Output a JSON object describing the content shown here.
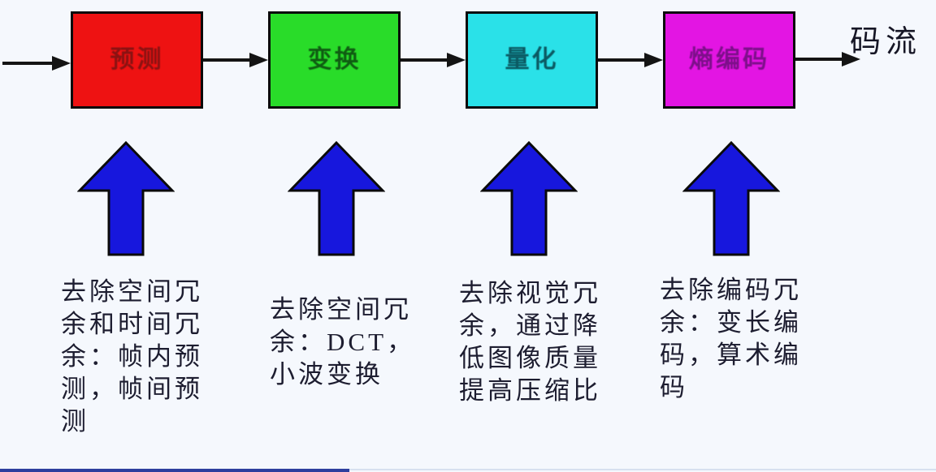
{
  "diagram": {
    "output_label": "码流",
    "up_arrow_color": "#1717dd",
    "up_arrow_outline": "#0a0a0a",
    "flow_arrow_color": "#141414",
    "desc_color": "#1d1d30",
    "stages": [
      {
        "label": "预测",
        "box_color": "#ee1212",
        "label_color": "#8a1212",
        "desc_lines": [
          "去除空间冗",
          "余和时间冗",
          "余：帧内预",
          "测，帧间预",
          "测"
        ]
      },
      {
        "label": "变换",
        "box_color": "#29dc29",
        "label_color": "#0f5c12",
        "desc_lines": [
          "去除空间冗",
          "余：DCT，",
          "小波变换"
        ]
      },
      {
        "label": "量化",
        "box_color": "#2ae1e8",
        "label_color": "#0b5a63",
        "desc_lines": [
          "去除视觉冗",
          "余，通过降",
          "低图像质量",
          "提高压缩比"
        ]
      },
      {
        "label": "熵编码",
        "box_color": "#e315e3",
        "label_color": "#7d0f8a",
        "desc_lines": [
          "去除编码冗",
          "余：变长编",
          "码，算术编",
          "码"
        ]
      }
    ]
  }
}
